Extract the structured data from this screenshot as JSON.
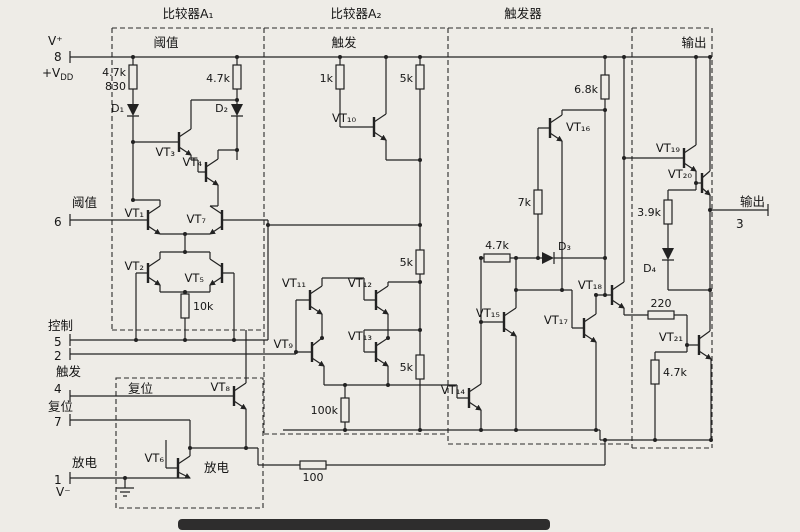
{
  "titles": {
    "comparator_a1": "比较器A₁",
    "comparator_a2": "比较器A₂",
    "flip_flop": "触发器",
    "output": "输出"
  },
  "inner": {
    "threshold": "阈值",
    "trigger": "触发",
    "reset": "复位",
    "discharge": "放电"
  },
  "pins": {
    "v_plus": "V⁺",
    "pin8": "8",
    "vdd_base": "+V",
    "vdd_sub": "DD",
    "threshold": "阈值",
    "pin6": "6",
    "control": "控制",
    "pin5": "5",
    "pin2": "2",
    "trigger": "触发",
    "pin4": "4",
    "reset": "复位",
    "pin7": "7",
    "discharge": "放电",
    "pin1": "1",
    "v_minus": "V⁻",
    "output": "输出",
    "pin3": "3"
  },
  "resistors": {
    "r1": "4.7k",
    "r1b": "830",
    "r2": "4.7k",
    "r3": "10k",
    "r4": "1k",
    "r5": "5k",
    "r6": "5k",
    "r7": "5k",
    "r8": "100k",
    "r9": "4.7k",
    "r10": "7k",
    "r11": "6.8k",
    "r12": "3.9k",
    "r13": "220",
    "r14": "4.7k",
    "r15": "100"
  },
  "transistors": {
    "vt1": "VT₁",
    "vt2": "VT₂",
    "vt3": "VT₃",
    "vt4": "VT₄",
    "vt5": "VT₅",
    "vt6": "VT₆",
    "vt7": "VT₇",
    "vt8": "VT₈",
    "vt9": "VT₉",
    "vt10": "VT₁₀",
    "vt11": "VT₁₁",
    "vt12": "VT₁₂",
    "vt13": "VT₁₃",
    "vt14": "VT₁₄",
    "vt15": "VT₁₅",
    "vt16": "VT₁₆",
    "vt17": "VT₁₇",
    "vt18": "VT₁₈",
    "vt19": "VT₁₉",
    "vt20": "VT₂₀",
    "vt21": "VT₂₁"
  },
  "diodes": {
    "d1": "D₁",
    "d2": "D₂",
    "d3": "D₃",
    "d4": "D₄"
  },
  "colors": {
    "line": "#222222",
    "background": "#eeece7"
  }
}
